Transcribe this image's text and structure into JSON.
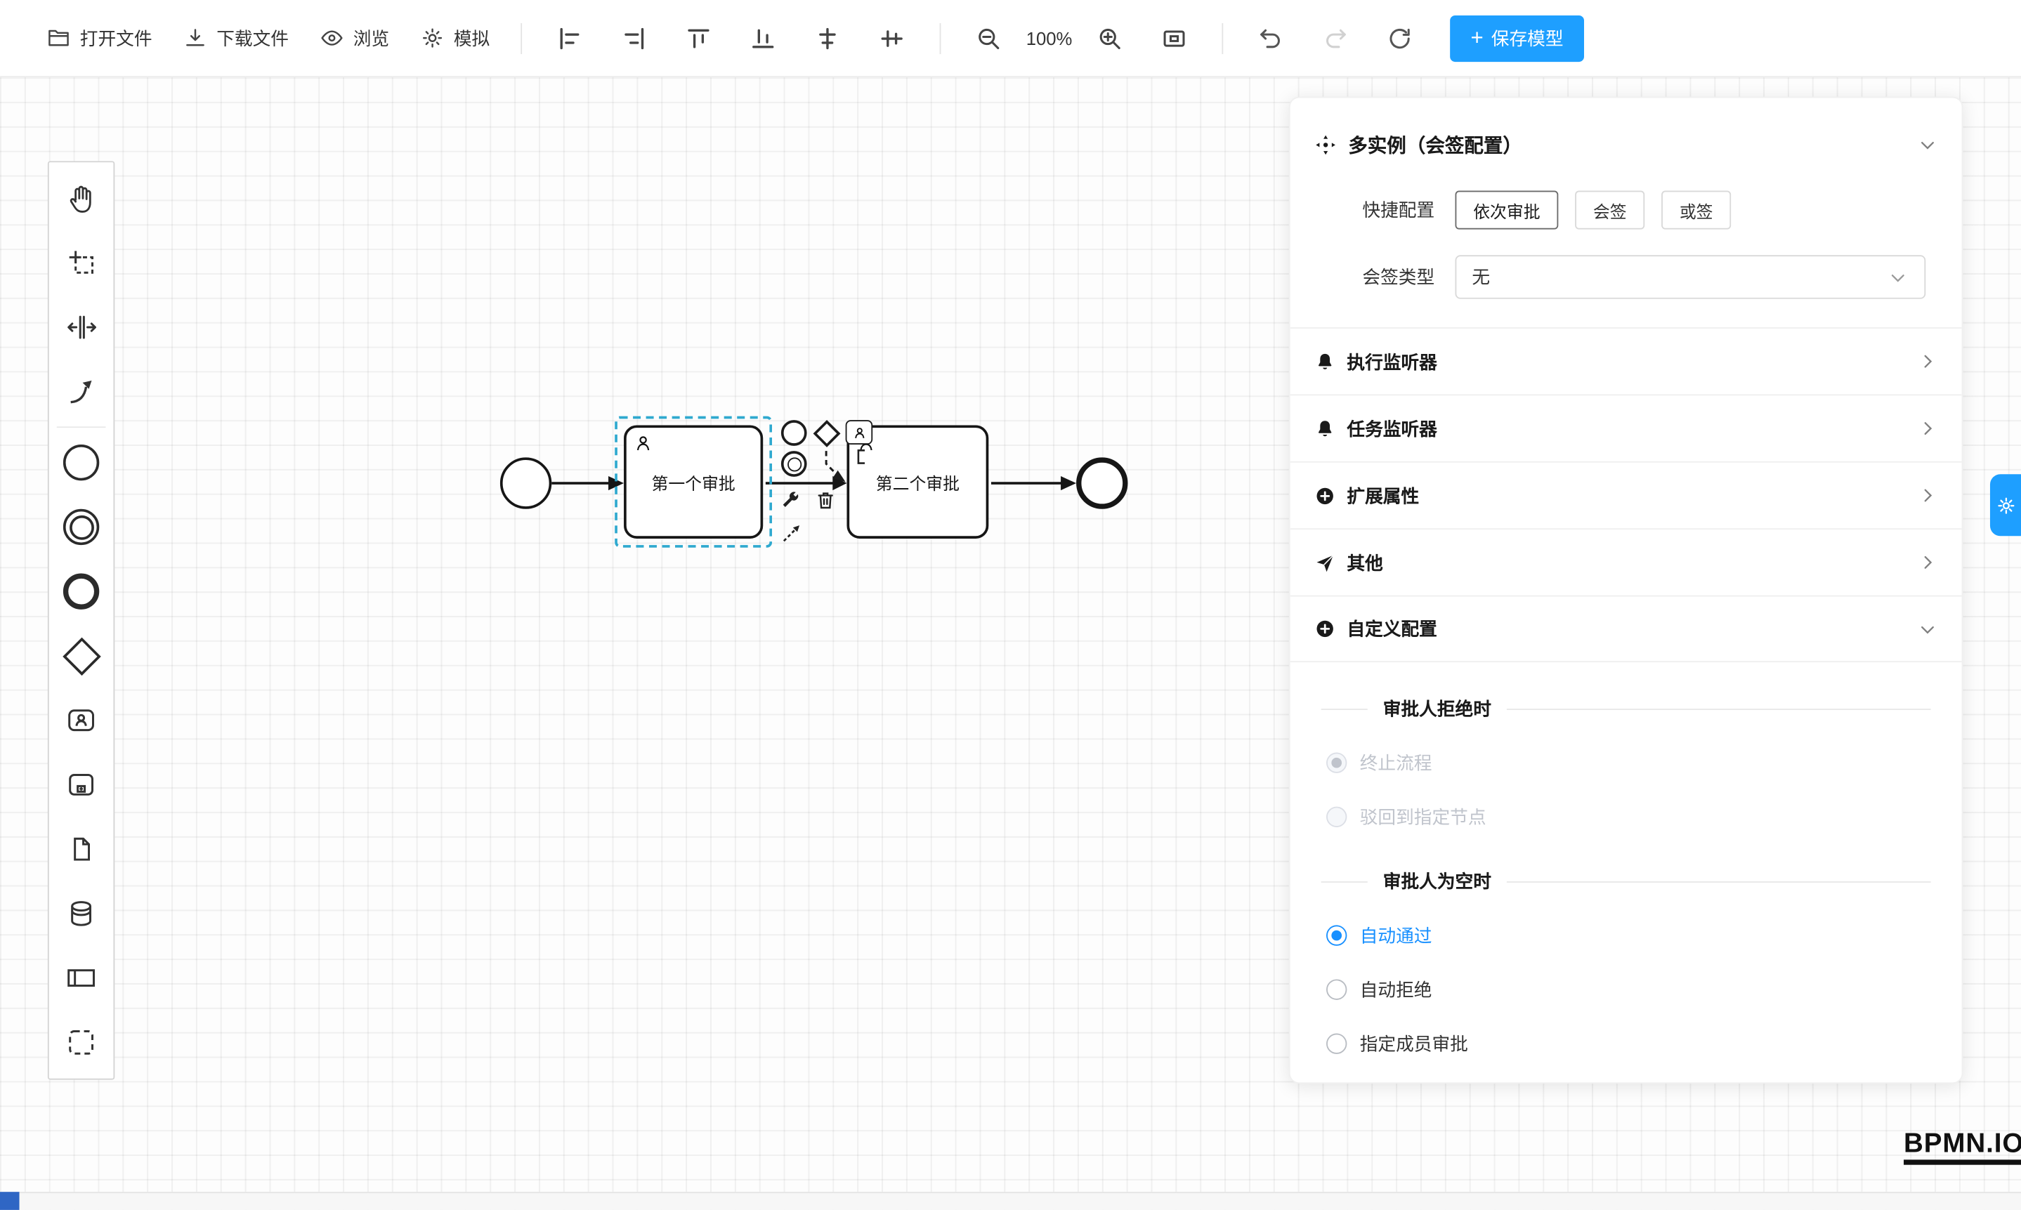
{
  "icons": {
    "plus": "+"
  },
  "colors": {
    "primary": "#1e9fff",
    "radio_checked": "#1890ff",
    "selection": "#2fa9cf"
  },
  "toolbar": {
    "open_file": "打开文件",
    "download_file": "下载文件",
    "preview": "浏览",
    "simulate": "模拟",
    "zoom_level": "100%",
    "save_model": "保存模型"
  },
  "canvas": {
    "task1_label": "第一个审批",
    "task2_label": "第二个审批"
  },
  "panel": {
    "title": "多实例（会签配置）",
    "quick_config_label": "快捷配置",
    "quick_options": [
      "依次审批",
      "会签",
      "或签"
    ],
    "sign_type_label": "会签类型",
    "sign_type_value": "无",
    "sections": [
      {
        "label": "执行监听器"
      },
      {
        "label": "任务监听器"
      },
      {
        "label": "扩展属性"
      },
      {
        "label": "其他"
      },
      {
        "label": "自定义配置"
      }
    ],
    "reject_divider": "审批人拒绝时",
    "reject_options": [
      {
        "label": "终止流程",
        "checked": true,
        "disabled": true
      },
      {
        "label": "驳回到指定节点",
        "checked": false,
        "disabled": true
      }
    ],
    "empty_divider": "审批人为空时",
    "empty_options": [
      {
        "label": "自动通过",
        "checked": true
      },
      {
        "label": "自动拒绝",
        "checked": false
      },
      {
        "label": "指定成员审批",
        "checked": false
      }
    ]
  },
  "logo": "BPMN.IO"
}
